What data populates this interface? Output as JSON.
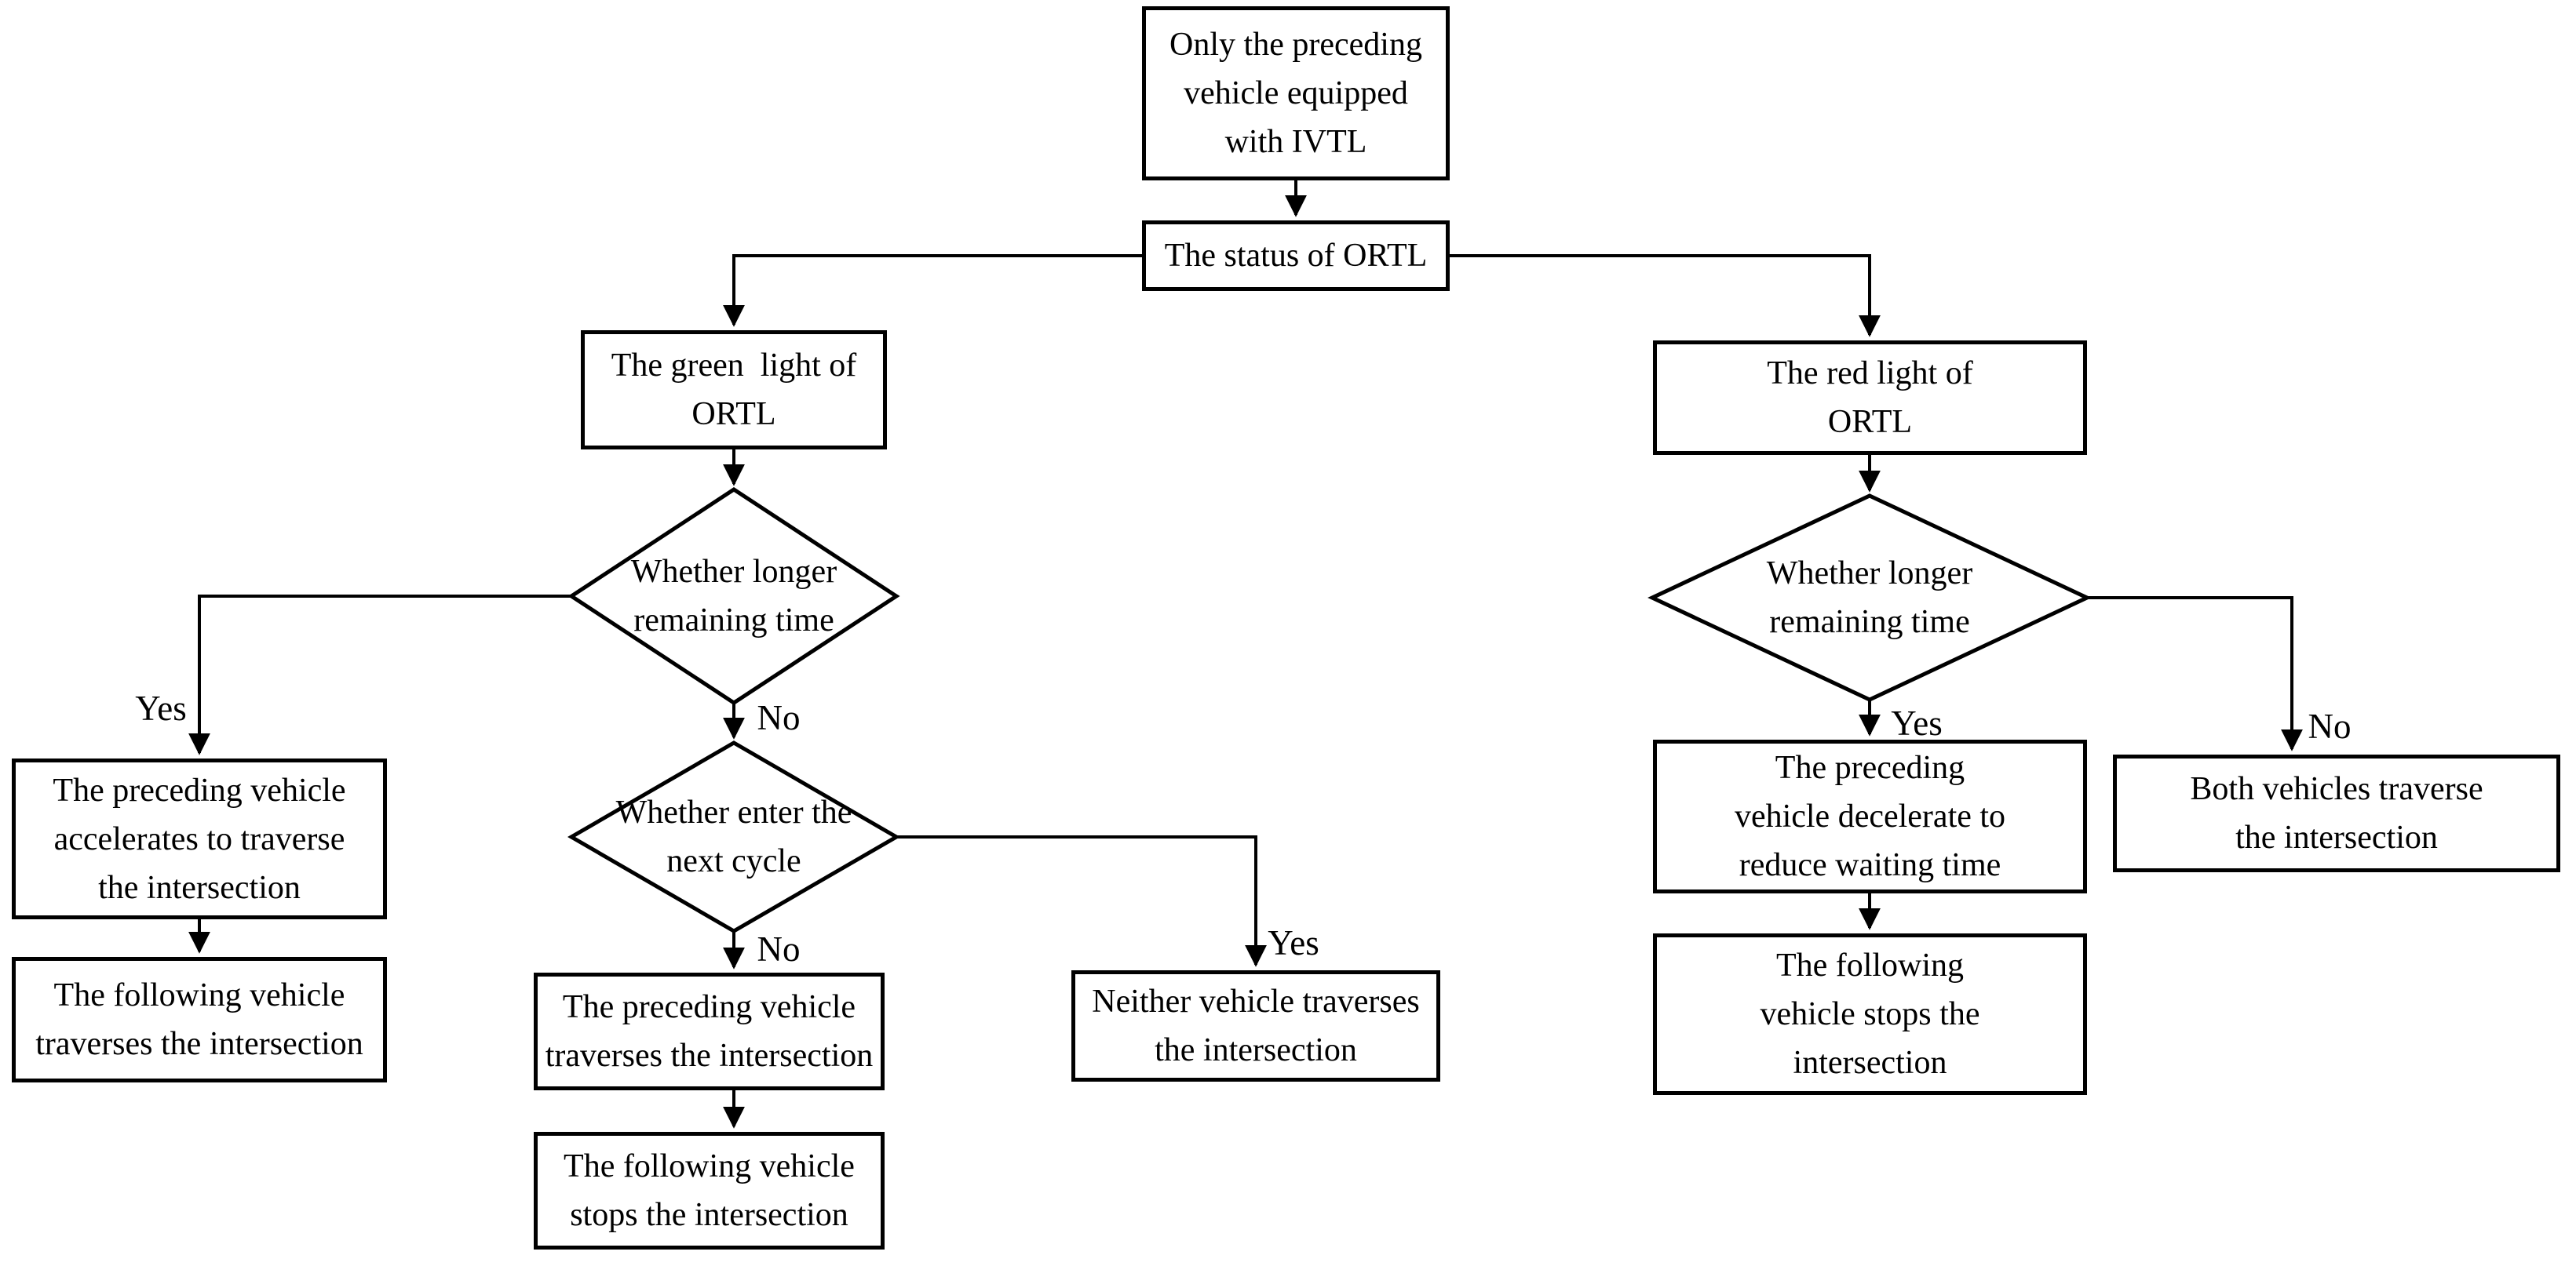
{
  "diagram": {
    "type": "flowchart",
    "background_color": "#ffffff",
    "line_color": "#000000",
    "nodes": {
      "top_box": {
        "shape": "rect",
        "lines": [
          "Only the preceding",
          "vehicle equipped",
          "with IVTL"
        ]
      },
      "status_box": {
        "shape": "rect",
        "lines": [
          "The status of ORTL"
        ]
      },
      "green_box": {
        "shape": "rect",
        "lines": [
          "The green  light of",
          "ORTL"
        ]
      },
      "left_diamond": {
        "shape": "diamond",
        "lines": [
          "Whether longer",
          "remaining time"
        ]
      },
      "accel_box": {
        "shape": "rect",
        "lines": [
          "The preceding vehicle",
          "accelerates to traverse",
          "the intersection"
        ]
      },
      "follow_traverse_box": {
        "shape": "rect",
        "lines": [
          "The following vehicle",
          "traverses the intersection"
        ]
      },
      "mid_diamond": {
        "shape": "diamond",
        "lines": [
          "Whether enter the",
          "next cycle"
        ]
      },
      "preceding_traverse_box": {
        "shape": "rect",
        "lines": [
          "The preceding vehicle",
          "traverses the intersection"
        ]
      },
      "follow_stop_box": {
        "shape": "rect",
        "lines": [
          "The following vehicle",
          "stops the intersection"
        ]
      },
      "neither_box": {
        "shape": "rect",
        "lines": [
          "Neither vehicle traverses",
          "the intersection"
        ]
      },
      "red_box": {
        "shape": "rect",
        "lines": [
          "The red light of",
          "ORTL"
        ]
      },
      "right_diamond": {
        "shape": "diamond",
        "lines": [
          "Whether longer",
          "remaining time"
        ]
      },
      "decelerate_box": {
        "shape": "rect",
        "lines": [
          "The preceding",
          "vehicle decelerate to",
          "reduce waiting time"
        ]
      },
      "right_follow_stop_box": {
        "shape": "rect",
        "lines": [
          "The following",
          "vehicle stops the",
          "intersection"
        ]
      },
      "both_box": {
        "shape": "rect",
        "lines": [
          "Both vehicles traverse",
          "the intersection"
        ]
      }
    },
    "branch_labels": {
      "left_yes": "Yes",
      "left_no": "No",
      "mid_no": "No",
      "mid_yes": "Yes",
      "right_yes": "Yes",
      "right_no": "No"
    },
    "edges": [
      {
        "from": "top_box",
        "to": "status_box",
        "label": ""
      },
      {
        "from": "status_box",
        "to": "green_box",
        "label": ""
      },
      {
        "from": "status_box",
        "to": "red_box",
        "label": ""
      },
      {
        "from": "green_box",
        "to": "left_diamond",
        "label": ""
      },
      {
        "from": "left_diamond",
        "to": "accel_box",
        "label": "Yes"
      },
      {
        "from": "left_diamond",
        "to": "mid_diamond",
        "label": "No"
      },
      {
        "from": "accel_box",
        "to": "follow_traverse_box",
        "label": ""
      },
      {
        "from": "mid_diamond",
        "to": "preceding_traverse_box",
        "label": "No"
      },
      {
        "from": "mid_diamond",
        "to": "neither_box",
        "label": "Yes"
      },
      {
        "from": "preceding_traverse_box",
        "to": "follow_stop_box",
        "label": ""
      },
      {
        "from": "red_box",
        "to": "right_diamond",
        "label": ""
      },
      {
        "from": "right_diamond",
        "to": "decelerate_box",
        "label": "Yes"
      },
      {
        "from": "right_diamond",
        "to": "both_box",
        "label": "No"
      },
      {
        "from": "decelerate_box",
        "to": "right_follow_stop_box",
        "label": ""
      }
    ]
  }
}
